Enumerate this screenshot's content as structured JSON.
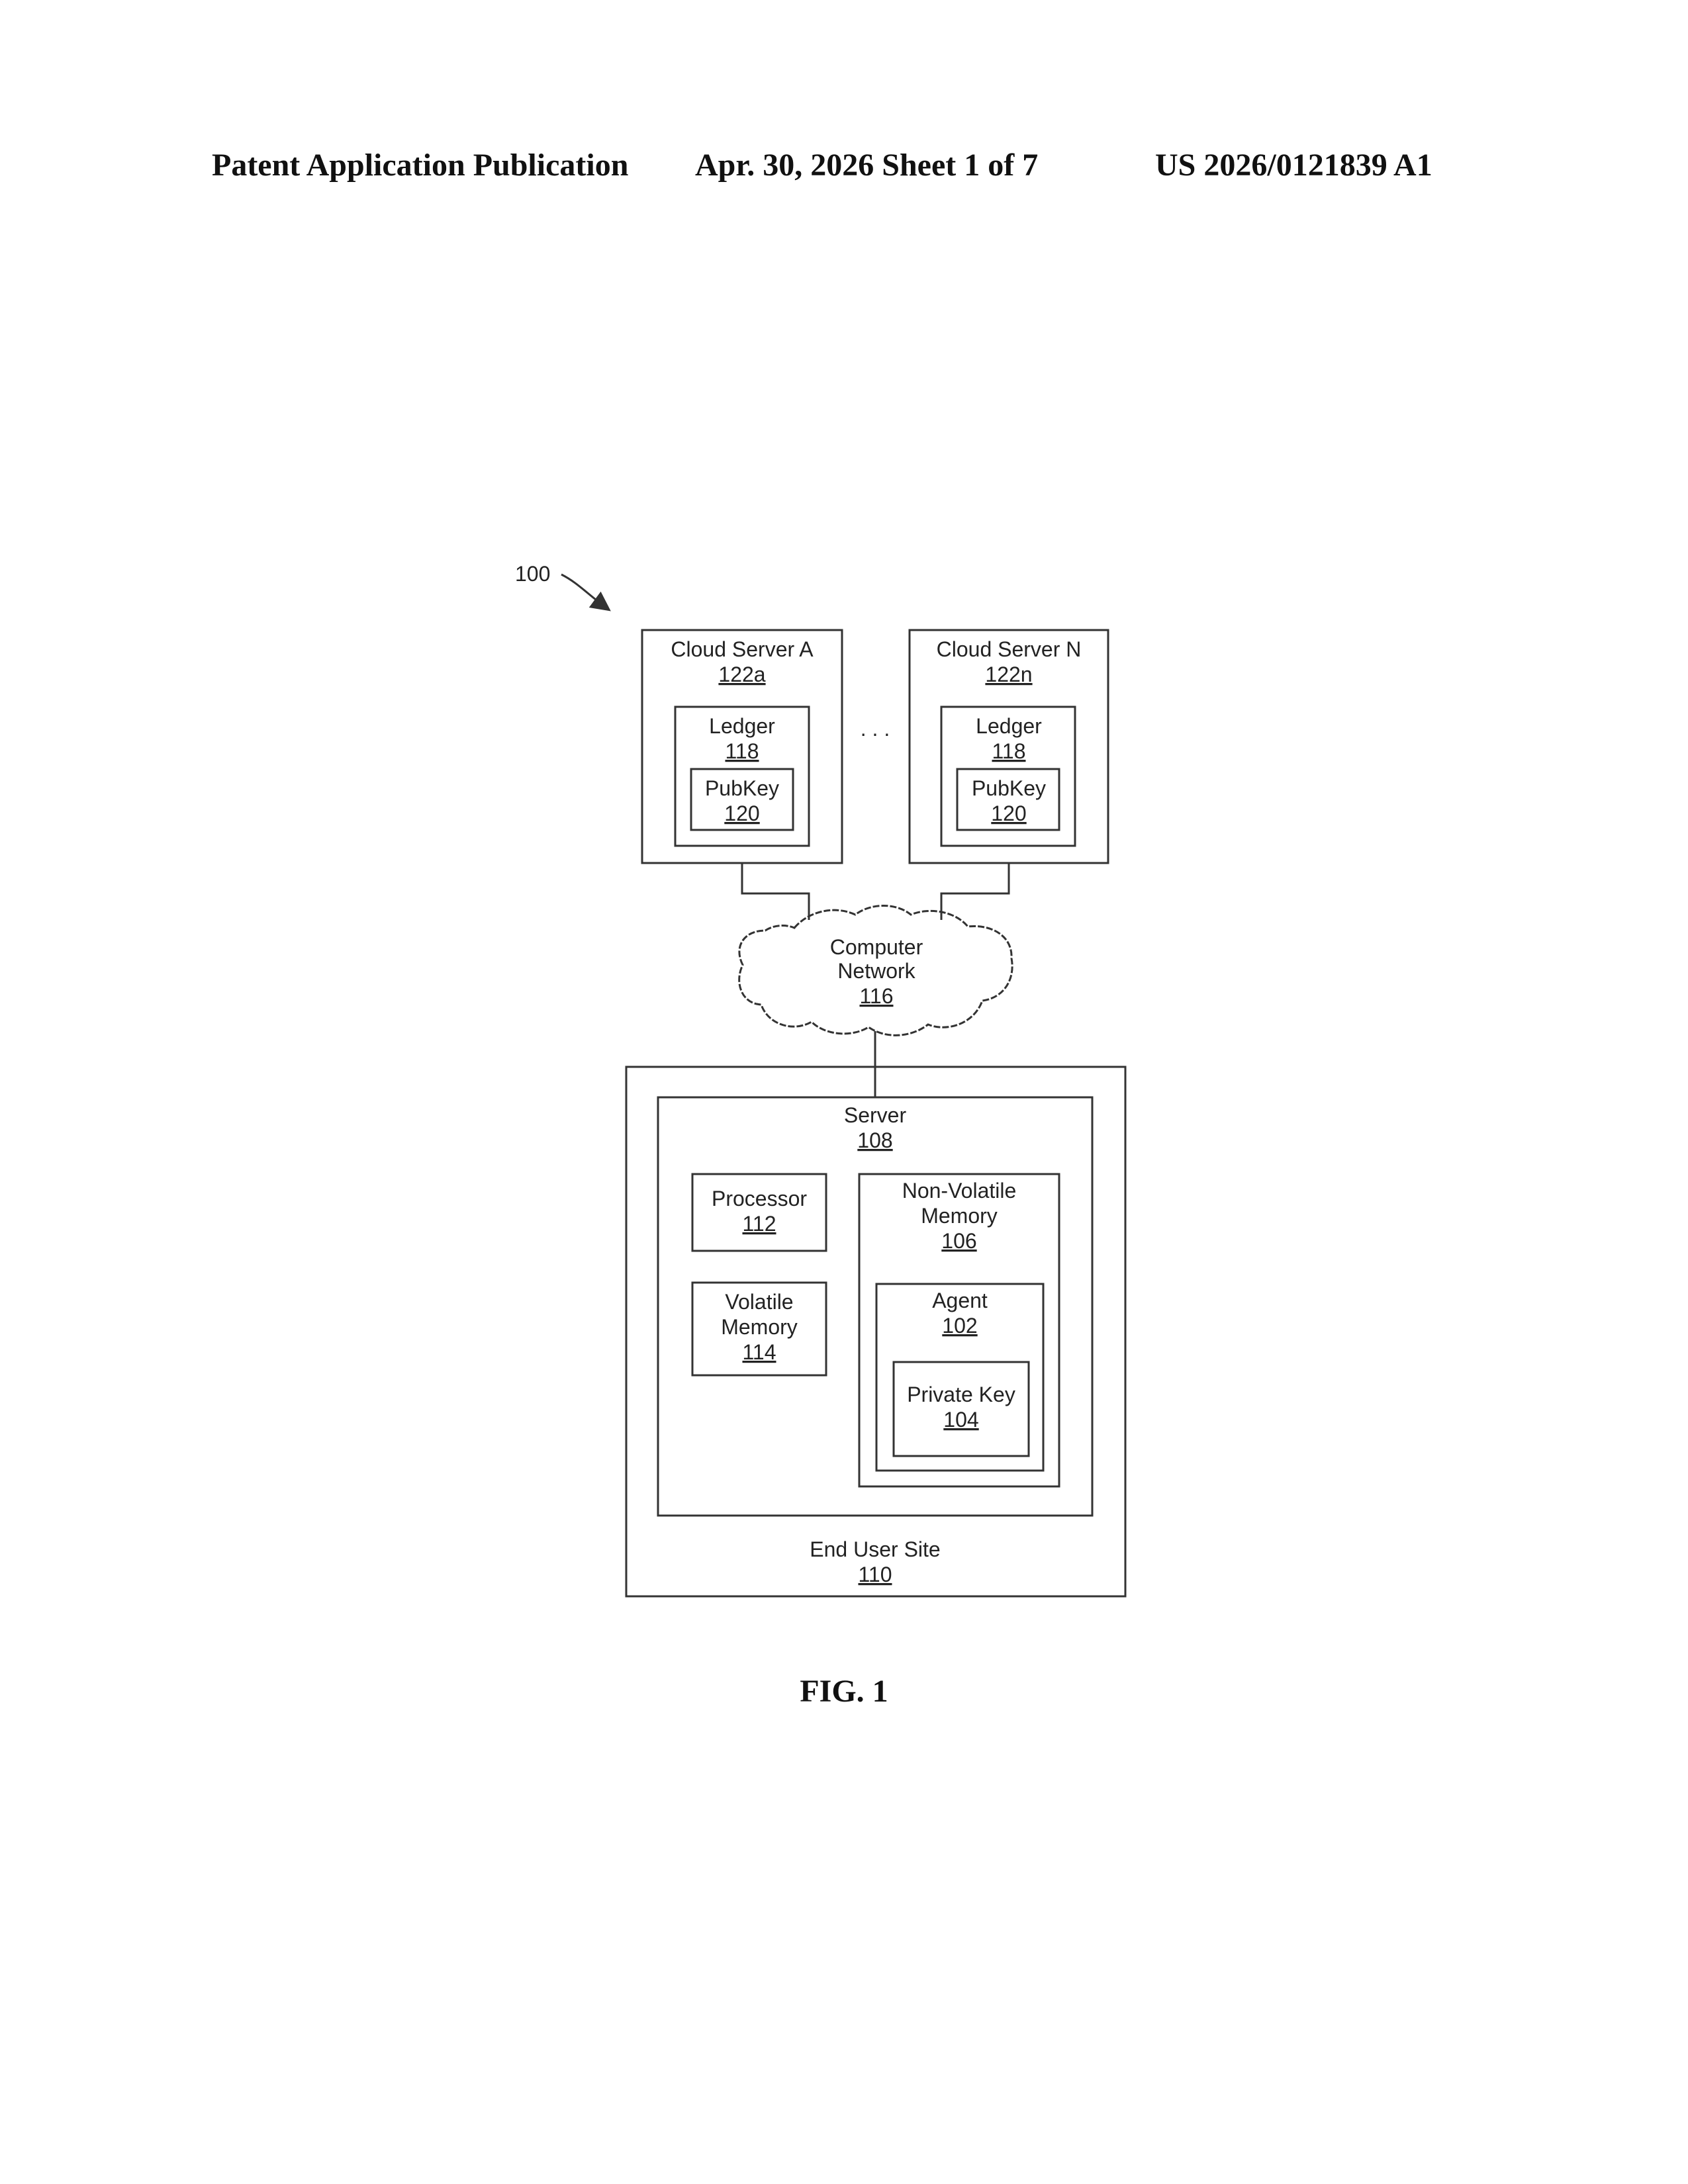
{
  "header": {
    "publication": "Patent Application Publication",
    "date_sheet": "Apr. 30, 2026  Sheet 1 of 7",
    "number": "US 2026/0121839 A1"
  },
  "diagram": {
    "ref": "100",
    "ellipsis": ". . .",
    "cloud_a": {
      "name": "Cloud Server A",
      "ref": "122a"
    },
    "cloud_n": {
      "name": "Cloud Server N",
      "ref": "122n"
    },
    "ledger": {
      "name": "Ledger",
      "ref": "118"
    },
    "pubkey": {
      "name": "PubKey",
      "ref": "120"
    },
    "network": {
      "line1": "Computer",
      "line2": "Network",
      "ref": "116"
    },
    "server": {
      "name": "Server",
      "ref": "108"
    },
    "processor": {
      "name": "Processor",
      "ref": "112"
    },
    "volatile": {
      "line1": "Volatile",
      "line2": "Memory",
      "ref": "114"
    },
    "nonvolatile": {
      "line1": "Non-Volatile",
      "line2": "Memory",
      "ref": "106"
    },
    "agent": {
      "name": "Agent",
      "ref": "102"
    },
    "private_key": {
      "name": "Private Key",
      "ref": "104"
    },
    "end_user_site": {
      "name": "End User Site",
      "ref": "110"
    }
  },
  "figure_label": "FIG. 1"
}
